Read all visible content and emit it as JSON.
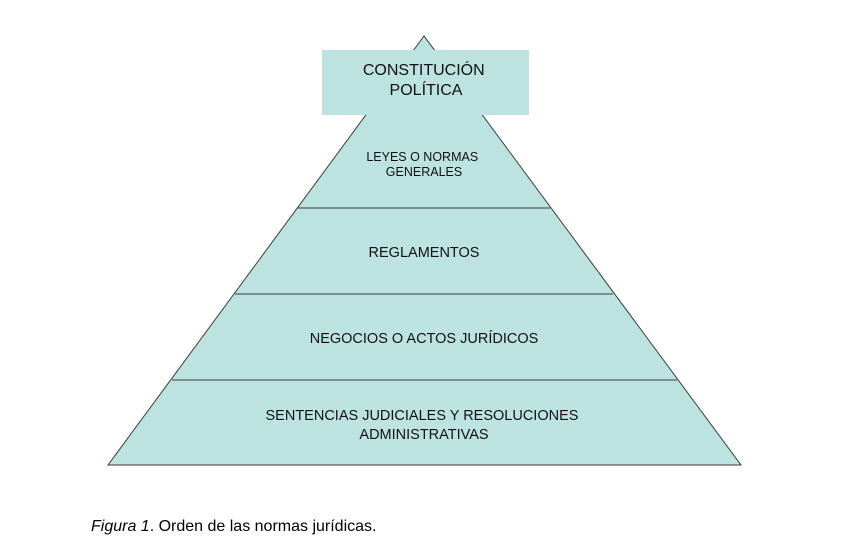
{
  "pyramid": {
    "apex": {
      "lines": [
        "CONSTITUCIÓN",
        "POLÍTICA"
      ]
    },
    "tiers": [
      {
        "lines": [
          "LEYES O NORMAS",
          "GENERALES"
        ]
      },
      {
        "lines": [
          "REGLAMENTOS"
        ]
      },
      {
        "lines": [
          "NEGOCIOS O ACTOS JURÍDICOS"
        ]
      },
      {
        "lines": [
          "SENTENCIAS JUDICIALES Y RESOLUCIONES",
          "ADMINISTRATIVAS"
        ]
      }
    ],
    "colors": {
      "fill": "#bde3e1",
      "stroke": "#3a3a3a",
      "text": "#111111"
    }
  },
  "caption": {
    "label": "Figura 1",
    "text": ". Orden de las normas jurídicas."
  }
}
